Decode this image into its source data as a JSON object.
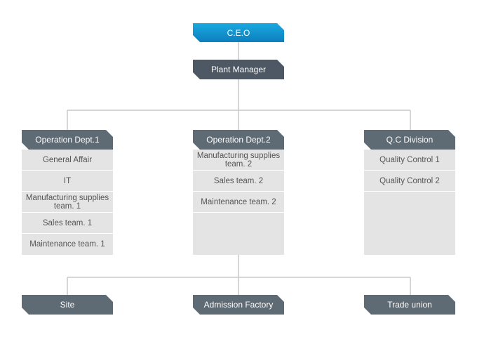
{
  "ceo": {
    "label": "C.E.O"
  },
  "plant_manager": {
    "label": "Plant Manager"
  },
  "departments": [
    {
      "title": "Operation Dept.1",
      "items": [
        "General Affair",
        "IT",
        "Manufacturing supplies team. 1",
        "Sales team. 1",
        "Maintenance team. 1"
      ]
    },
    {
      "title": "Operation Dept.2",
      "items": [
        "Manufacturing supplies team. 2",
        "Sales team. 2",
        "Maintenance team. 2"
      ]
    },
    {
      "title": "Q.C Division",
      "items": [
        "Quality Control 1",
        "Quality Control 2"
      ]
    }
  ],
  "bottom": [
    "Site",
    "Admission Factory",
    "Trade union"
  ],
  "colors": {
    "ceo": "#0d7fbe",
    "box": "#5e6a74",
    "panel": "#e4e4e4",
    "line": "#c8c8c8"
  }
}
